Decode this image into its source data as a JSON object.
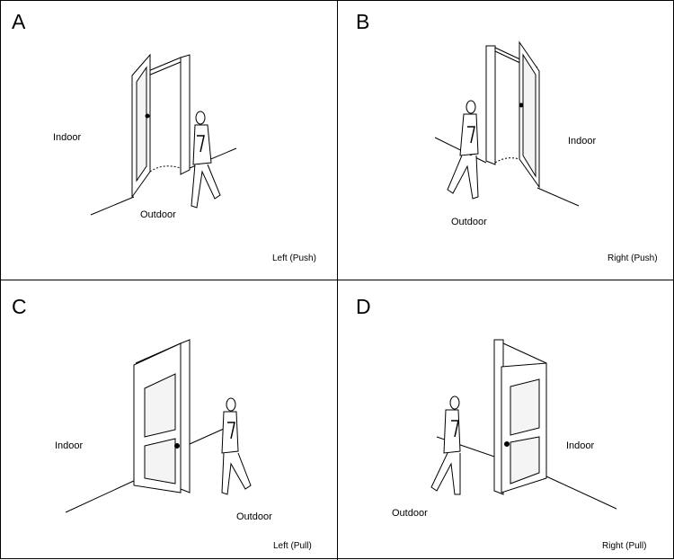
{
  "panels": [
    {
      "id": "A",
      "letter": "A",
      "indoor": "Indoor",
      "outdoor": "Outdoor",
      "caption": "Left (Push)"
    },
    {
      "id": "B",
      "letter": "B",
      "indoor": "Indoor",
      "outdoor": "Outdoor",
      "caption": "Right (Push)"
    },
    {
      "id": "C",
      "letter": "C",
      "indoor": "Indoor",
      "outdoor": "Outdoor",
      "caption": "Left (Pull)"
    },
    {
      "id": "D",
      "letter": "D",
      "indoor": "Indoor",
      "outdoor": "Outdoor",
      "caption": "Right (Pull)"
    }
  ]
}
